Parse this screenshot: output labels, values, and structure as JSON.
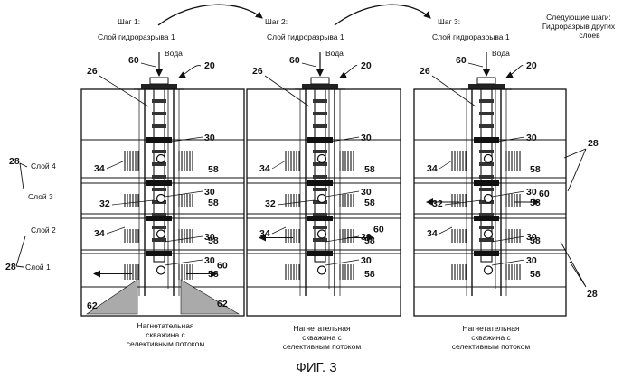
{
  "steps": [
    {
      "title": "Шаг 1:",
      "subtitle": "Слой гидроразрыва 1",
      "water": "Вода",
      "caption": [
        "Нагнетательная",
        "скважина с",
        "селективным потоком"
      ]
    },
    {
      "title": "Шаг 2:",
      "subtitle": "Слой гидроразрыва 1",
      "water": "Вода",
      "caption": [
        "Нагнетательная",
        "скважина с",
        "селективным потоком"
      ]
    },
    {
      "title": "Шаг 3:",
      "subtitle": "Слой гидроразрыва 1",
      "water": "Вода",
      "caption": [
        "Нагнетательная",
        "скважина с",
        "селективным потоком"
      ]
    }
  ],
  "next_steps": [
    "Следующие шаги:",
    "Гидроразрыв других",
    "слоев"
  ],
  "layers": [
    "Слой 4",
    "Слой 3",
    "Слой 2",
    "Слой 1"
  ],
  "reference_numbers": {
    "n20": "20",
    "n26": "26",
    "n28": "28",
    "n30": "30",
    "n32": "32",
    "n34": "34",
    "n58": "58",
    "n60": "60",
    "n62": "62"
  },
  "figure_caption": "ФИГ. 3"
}
